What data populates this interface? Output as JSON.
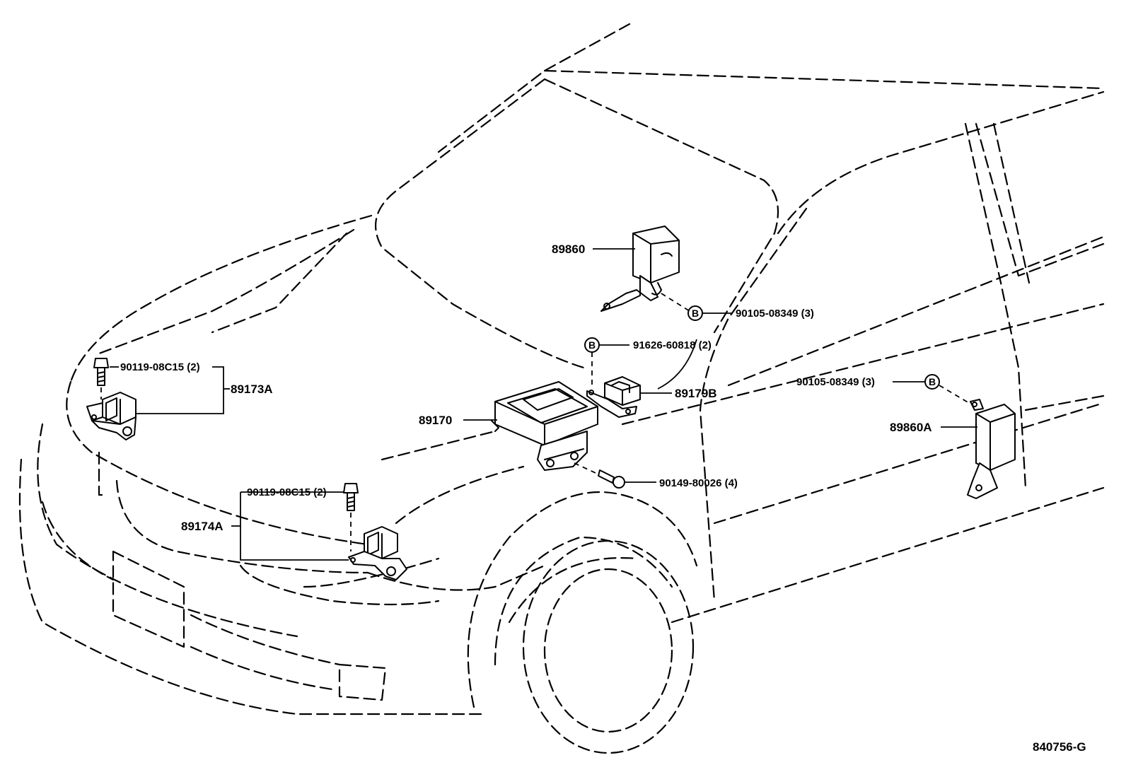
{
  "labels": {
    "p89860": "89860",
    "p89860_bolt": "90105-08349 (3)",
    "p91626": "91626-60818 (2)",
    "p89179b": "89179B",
    "p89170": "89170",
    "p90149": "90149-80026 (4)",
    "p90105_rear": "90105-08349 (3)",
    "p89860a": "89860A",
    "p90119_a": "90119-08C15 (2)",
    "p89173a": "89173A",
    "p90119_b": "90119-08C15 (2)",
    "p89174a": "89174A",
    "figure_code": "840756-G"
  },
  "callouts": {
    "marker_letter": "B"
  }
}
